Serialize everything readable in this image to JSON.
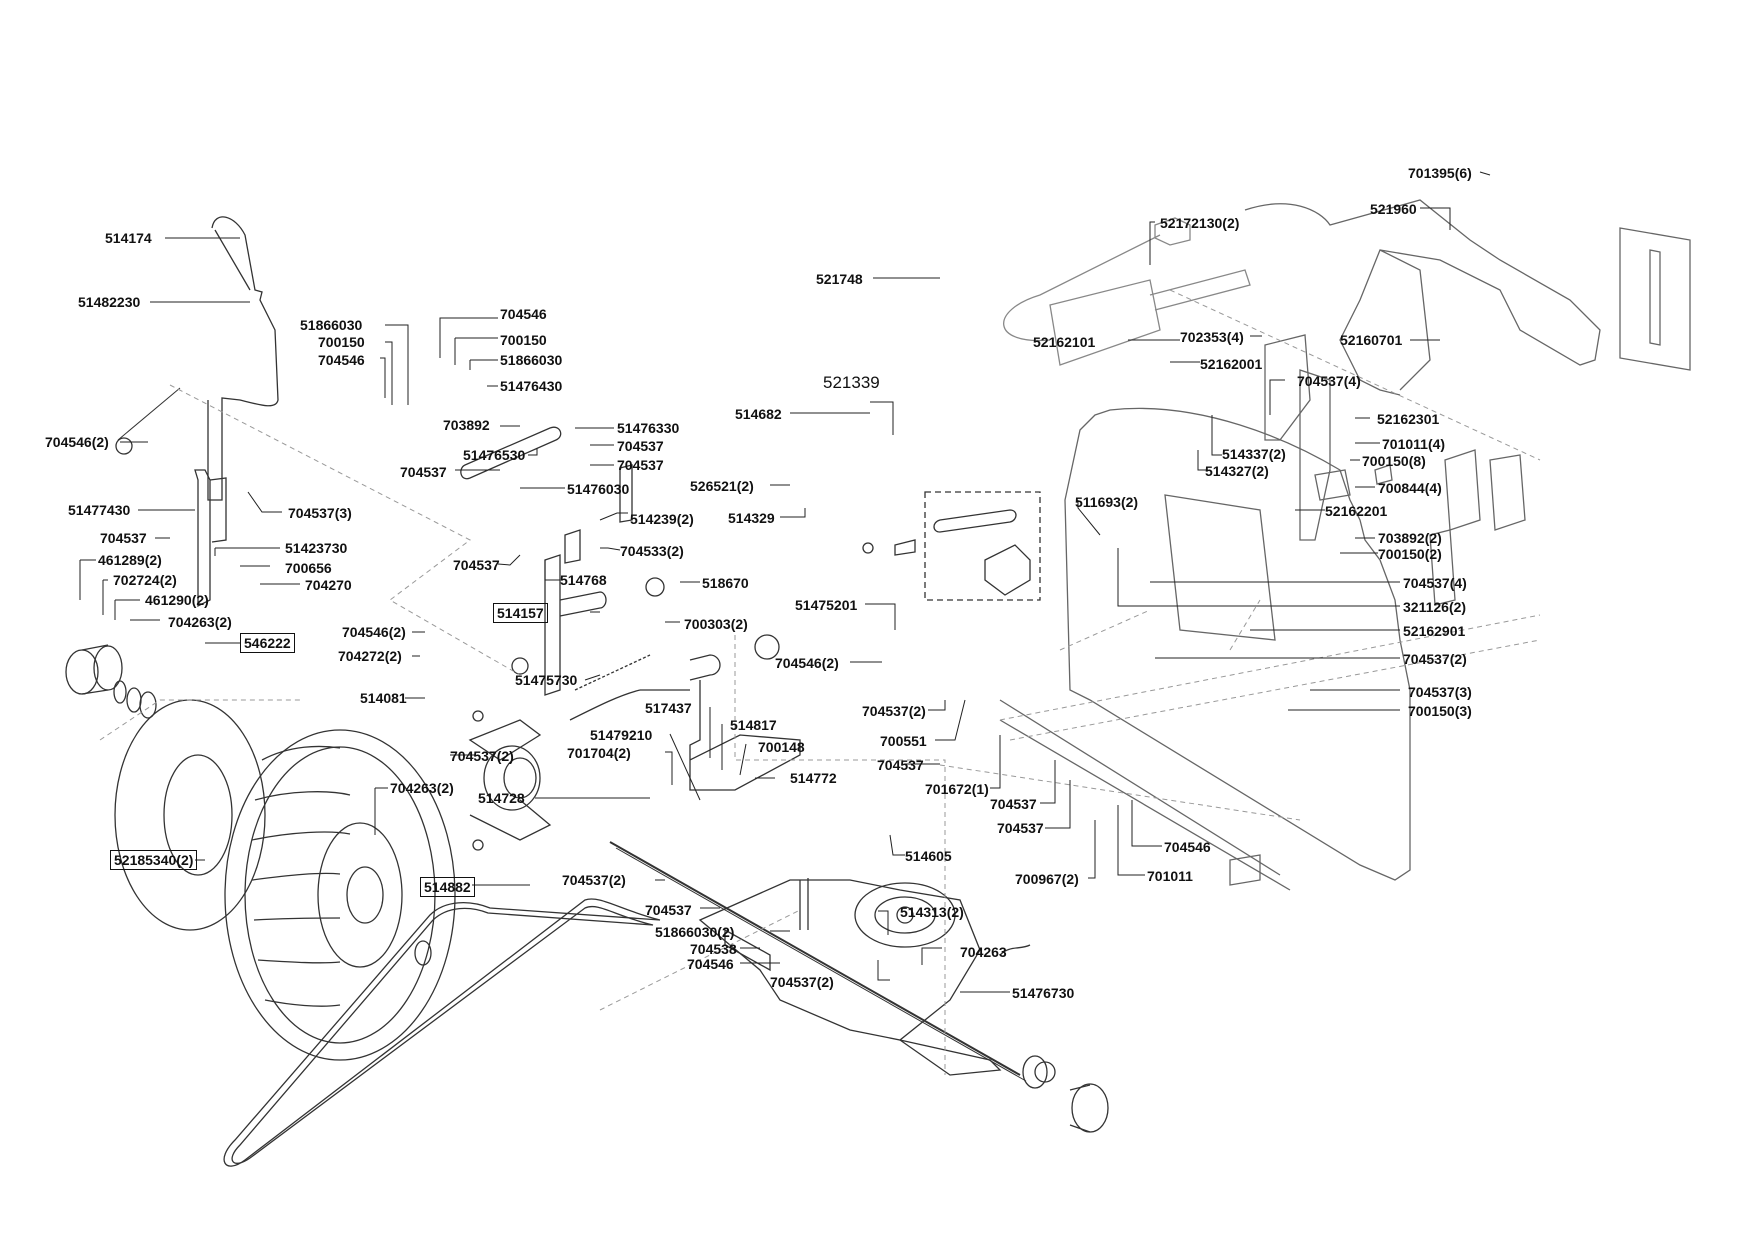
{
  "diagram": {
    "type": "exploded-parts-diagram",
    "groups": [
      {
        "id": "shift-lever",
        "parts": [
          "514174",
          "51482230",
          "51477430",
          "704546(2)",
          "704537(3)",
          "704537",
          "51423730",
          "700656",
          "704270"
        ]
      },
      {
        "id": "wheel-hub",
        "parts": [
          "461289(2)",
          "702724(2)",
          "461290(2)",
          "704263(2)",
          "546222",
          "52185340(2)",
          "704263(2)"
        ]
      },
      {
        "id": "linkage",
        "parts": [
          "51866030",
          "700150",
          "704546",
          "704546",
          "700150",
          "51866030",
          "51476430",
          "703892",
          "51476330",
          "51476530",
          "704537",
          "704537",
          "704537",
          "51476030",
          "514239(2)",
          "704533(2)",
          "704537",
          "514768"
        ]
      },
      {
        "id": "pedal-bracket",
        "parts": [
          "514157",
          "51475730",
          "518670",
          "700303(2)"
        ]
      },
      {
        "id": "bearing",
        "parts": [
          "704546(2)",
          "704272(2)",
          "514081",
          "704537(2)"
        ]
      },
      {
        "id": "transaxle",
        "parts": [
          "517437",
          "514817",
          "51479210",
          "700148",
          "701704(2)",
          "514772",
          "514728",
          "514605",
          "704537(2)",
          "704537",
          "51866030(2)",
          "704538",
          "704546",
          "704537(2)",
          "514313(2)",
          "704263",
          "51476730",
          "514882"
        ]
      },
      {
        "id": "switch-kit",
        "title": "521339",
        "parts": [
          "514682",
          "526521(2)",
          "514329"
        ]
      },
      {
        "id": "frame",
        "parts": [
          "521748",
          "52172130(2)",
          "702353(4)",
          "52162101",
          "52162001",
          "521960",
          "701395(6)",
          "52160701",
          "704537(4)",
          "52162301",
          "701011(4)",
          "700150(8)",
          "700844(4)",
          "514337(2)",
          "514327(2)",
          "511693(2)",
          "52162201",
          "703892(2)",
          "700150(2)",
          "704537(4)",
          "321126(2)",
          "52162901",
          "704537(2)",
          "704537(3)",
          "700150(3)",
          "51475201",
          "704546(2)",
          "704537(2)",
          "700551",
          "704537",
          "701672(1)",
          "704537",
          "704537",
          "704546",
          "700967(2)",
          "701011"
        ]
      }
    ]
  },
  "labels": [
    {
      "id": "l1",
      "text": "514174"
    },
    {
      "id": "l2",
      "text": "51482230"
    },
    {
      "id": "l3",
      "text": "704546(2)"
    },
    {
      "id": "l4",
      "text": "51477430"
    },
    {
      "id": "l5",
      "text": "704537(3)"
    },
    {
      "id": "l6",
      "text": "704537"
    },
    {
      "id": "l7",
      "text": "461289(2)"
    },
    {
      "id": "l8",
      "text": "51423730"
    },
    {
      "id": "l9",
      "text": "702724(2)"
    },
    {
      "id": "l10",
      "text": "700656"
    },
    {
      "id": "l11",
      "text": "704270"
    },
    {
      "id": "l12",
      "text": "461290(2)"
    },
    {
      "id": "l13",
      "text": "704263(2)"
    },
    {
      "id": "l14",
      "text": "546222",
      "boxed": true
    },
    {
      "id": "l15",
      "text": "52185340(2)",
      "boxed": true
    },
    {
      "id": "l16",
      "text": "704263(2)"
    },
    {
      "id": "l17",
      "text": "514882",
      "boxed": true
    },
    {
      "id": "l18",
      "text": "51866030"
    },
    {
      "id": "l19",
      "text": "700150"
    },
    {
      "id": "l20",
      "text": "704546"
    },
    {
      "id": "l21",
      "text": "704546"
    },
    {
      "id": "l22",
      "text": "700150"
    },
    {
      "id": "l23",
      "text": "51866030"
    },
    {
      "id": "l24",
      "text": "51476430"
    },
    {
      "id": "l25",
      "text": "703892"
    },
    {
      "id": "l26",
      "text": "51476330"
    },
    {
      "id": "l27",
      "text": "51476530"
    },
    {
      "id": "l28",
      "text": "704537"
    },
    {
      "id": "l29",
      "text": "704537"
    },
    {
      "id": "l30",
      "text": "704537"
    },
    {
      "id": "l31",
      "text": "51476030"
    },
    {
      "id": "l32",
      "text": "514239(2)"
    },
    {
      "id": "l33",
      "text": "704533(2)"
    },
    {
      "id": "l34",
      "text": "704537"
    },
    {
      "id": "l35",
      "text": "514768"
    },
    {
      "id": "l36",
      "text": "518670"
    },
    {
      "id": "l37",
      "text": "514157",
      "boxed": true
    },
    {
      "id": "l38",
      "text": "700303(2)"
    },
    {
      "id": "l39",
      "text": "51475730"
    },
    {
      "id": "l40",
      "text": "704546(2)"
    },
    {
      "id": "l41",
      "text": "704272(2)"
    },
    {
      "id": "l42",
      "text": "514081"
    },
    {
      "id": "l43",
      "text": "704537(2)"
    },
    {
      "id": "l44",
      "text": "517437"
    },
    {
      "id": "l45",
      "text": "514817"
    },
    {
      "id": "l46",
      "text": "51479210"
    },
    {
      "id": "l47",
      "text": "700148"
    },
    {
      "id": "l48",
      "text": "701704(2)"
    },
    {
      "id": "l49",
      "text": "514772"
    },
    {
      "id": "l50",
      "text": "514728"
    },
    {
      "id": "l51",
      "text": "514605"
    },
    {
      "id": "l52",
      "text": "704537(2)"
    },
    {
      "id": "l53",
      "text": "704537"
    },
    {
      "id": "l54",
      "text": "514313(2)"
    },
    {
      "id": "l55",
      "text": "51866030(2)"
    },
    {
      "id": "l56",
      "text": "704538"
    },
    {
      "id": "l57",
      "text": "704263"
    },
    {
      "id": "l58",
      "text": "704546"
    },
    {
      "id": "l59",
      "text": "704537(2)"
    },
    {
      "id": "l60",
      "text": "51476730"
    },
    {
      "id": "l61",
      "text": "521339",
      "plain": true
    },
    {
      "id": "l62",
      "text": "514682"
    },
    {
      "id": "l63",
      "text": "526521(2)"
    },
    {
      "id": "l64",
      "text": "514329"
    },
    {
      "id": "l65",
      "text": "521748"
    },
    {
      "id": "l66",
      "text": "52172130(2)"
    },
    {
      "id": "l67",
      "text": "701395(6)"
    },
    {
      "id": "l68",
      "text": "521960"
    },
    {
      "id": "l69",
      "text": "702353(4)"
    },
    {
      "id": "l70",
      "text": "52162101"
    },
    {
      "id": "l71",
      "text": "52160701"
    },
    {
      "id": "l72",
      "text": "52162001"
    },
    {
      "id": "l73",
      "text": "704537(4)"
    },
    {
      "id": "l74",
      "text": "52162301"
    },
    {
      "id": "l75",
      "text": "514337(2)"
    },
    {
      "id": "l76",
      "text": "701011(4)"
    },
    {
      "id": "l77",
      "text": "514327(2)"
    },
    {
      "id": "l78",
      "text": "700150(8)"
    },
    {
      "id": "l79",
      "text": "700844(4)"
    },
    {
      "id": "l80",
      "text": "511693(2)"
    },
    {
      "id": "l81",
      "text": "52162201"
    },
    {
      "id": "l82",
      "text": "703892(2)"
    },
    {
      "id": "l83",
      "text": "700150(2)"
    },
    {
      "id": "l84",
      "text": "704537(4)"
    },
    {
      "id": "l85",
      "text": "321126(2)"
    },
    {
      "id": "l86",
      "text": "52162901"
    },
    {
      "id": "l87",
      "text": "51475201"
    },
    {
      "id": "l88",
      "text": "704546(2)"
    },
    {
      "id": "l89",
      "text": "704537(2)"
    },
    {
      "id": "l90",
      "text": "704537(2)"
    },
    {
      "id": "l91",
      "text": "704537(3)"
    },
    {
      "id": "l92",
      "text": "700150(3)"
    },
    {
      "id": "l93",
      "text": "700551"
    },
    {
      "id": "l94",
      "text": "704537"
    },
    {
      "id": "l95",
      "text": "701672(1)"
    },
    {
      "id": "l96",
      "text": "704537"
    },
    {
      "id": "l97",
      "text": "704537"
    },
    {
      "id": "l98",
      "text": "704546"
    },
    {
      "id": "l99",
      "text": "700967(2)"
    },
    {
      "id": "l100",
      "text": "701011"
    }
  ],
  "colors": {
    "ink": "#111111",
    "line": "#333333",
    "dash": "#999999",
    "light": "#777777"
  }
}
